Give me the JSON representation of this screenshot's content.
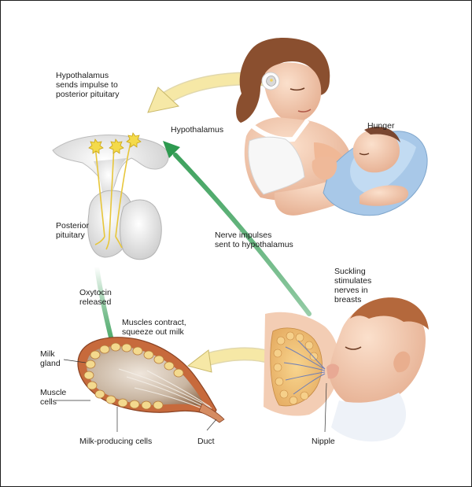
{
  "labels": {
    "hypothalamus_sends": "Hypothalamus\nsends impulse to\nposterior pituitary",
    "hypothalamus": "Hypothalamus",
    "hunger": "Hunger",
    "posterior_pituitary": "Posterior\npituitary",
    "nerve_impulses": "Nerve impulses\nsent to hypothalamus",
    "suckling": "Suckling\nstimulates\nnerves in\nbreasts",
    "oxytocin": "Oxytocin\nreleased",
    "muscles_contract": "Muscles contract,\nsqueeze out milk",
    "milk_gland": "Milk\ngland",
    "muscle_cells": "Muscle\ncells",
    "milk_producing_cells": "Milk-producing cells",
    "duct": "Duct",
    "nipple": "Nipple"
  },
  "colors": {
    "yellow_arrow": "#f6e8a6",
    "green_arrow": "#2e9a50",
    "skin": "#f2c6a8",
    "hair": "#8a4f2f",
    "blanket": "#a8c8e8",
    "gland_tissue": "#c76a3c",
    "milk_cells": "#f3d98e"
  }
}
